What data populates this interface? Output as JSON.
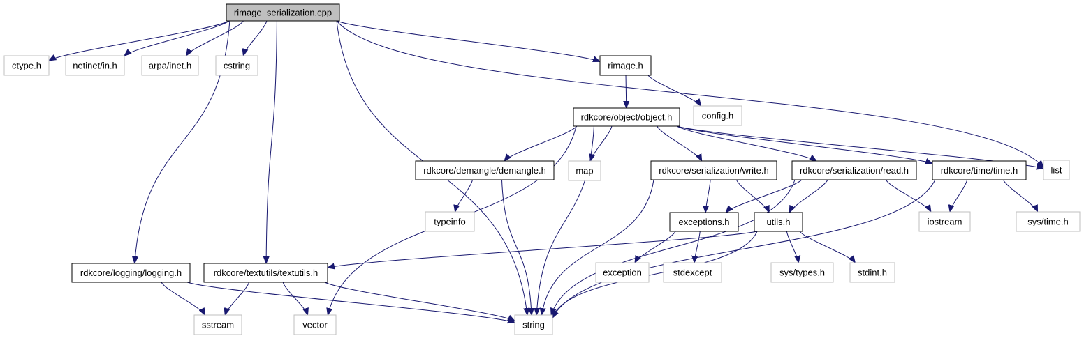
{
  "graph": {
    "nodes": [
      {
        "id": "root",
        "label": "rimage_serialization.cpp",
        "kind": "root"
      },
      {
        "id": "ctype",
        "label": "ctype.h",
        "kind": "sys"
      },
      {
        "id": "netinet",
        "label": "netinet/in.h",
        "kind": "sys"
      },
      {
        "id": "arpa",
        "label": "arpa/inet.h",
        "kind": "sys"
      },
      {
        "id": "cstring",
        "label": "cstring",
        "kind": "sys"
      },
      {
        "id": "rimage",
        "label": "rimage.h",
        "kind": "file"
      },
      {
        "id": "config",
        "label": "config.h",
        "kind": "sys"
      },
      {
        "id": "object",
        "label": "rdkcore/object/object.h",
        "kind": "file"
      },
      {
        "id": "demangle",
        "label": "rdkcore/demangle/demangle.h",
        "kind": "file"
      },
      {
        "id": "map",
        "label": "map",
        "kind": "sys"
      },
      {
        "id": "write",
        "label": "rdkcore/serialization/write.h",
        "kind": "file"
      },
      {
        "id": "read",
        "label": "rdkcore/serialization/read.h",
        "kind": "file"
      },
      {
        "id": "time",
        "label": "rdkcore/time/time.h",
        "kind": "file"
      },
      {
        "id": "list",
        "label": "list",
        "kind": "sys"
      },
      {
        "id": "typeinfo",
        "label": "typeinfo",
        "kind": "sys"
      },
      {
        "id": "exceptions",
        "label": "exceptions.h",
        "kind": "file"
      },
      {
        "id": "utils",
        "label": "utils.h",
        "kind": "file"
      },
      {
        "id": "iostream",
        "label": "iostream",
        "kind": "sys"
      },
      {
        "id": "systime",
        "label": "sys/time.h",
        "kind": "sys"
      },
      {
        "id": "logging",
        "label": "rdkcore/logging/logging.h",
        "kind": "file"
      },
      {
        "id": "textutils",
        "label": "rdkcore/textutils/textutils.h",
        "kind": "file"
      },
      {
        "id": "exception",
        "label": "exception",
        "kind": "sys"
      },
      {
        "id": "stdexcept",
        "label": "stdexcept",
        "kind": "sys"
      },
      {
        "id": "systypes",
        "label": "sys/types.h",
        "kind": "sys"
      },
      {
        "id": "stdint",
        "label": "stdint.h",
        "kind": "sys"
      },
      {
        "id": "sstream",
        "label": "sstream",
        "kind": "sys"
      },
      {
        "id": "vector",
        "label": "vector",
        "kind": "sys"
      },
      {
        "id": "string",
        "label": "string",
        "kind": "sys"
      }
    ],
    "edges": [
      [
        "root",
        "ctype"
      ],
      [
        "root",
        "netinet"
      ],
      [
        "root",
        "arpa"
      ],
      [
        "root",
        "cstring"
      ],
      [
        "root",
        "rimage"
      ],
      [
        "root",
        "list"
      ],
      [
        "root",
        "logging"
      ],
      [
        "root",
        "textutils"
      ],
      [
        "root",
        "string"
      ],
      [
        "rimage",
        "object"
      ],
      [
        "rimage",
        "config"
      ],
      [
        "object",
        "vector"
      ],
      [
        "object",
        "demangle"
      ],
      [
        "object",
        "map"
      ],
      [
        "object",
        "string"
      ],
      [
        "object",
        "write"
      ],
      [
        "object",
        "read"
      ],
      [
        "object",
        "time"
      ],
      [
        "object",
        "list"
      ],
      [
        "demangle",
        "typeinfo"
      ],
      [
        "demangle",
        "string"
      ],
      [
        "write",
        "exceptions"
      ],
      [
        "write",
        "utils"
      ],
      [
        "write",
        "string"
      ],
      [
        "read",
        "exceptions"
      ],
      [
        "read",
        "utils"
      ],
      [
        "read",
        "iostream"
      ],
      [
        "read",
        "string"
      ],
      [
        "time",
        "iostream"
      ],
      [
        "time",
        "systime"
      ],
      [
        "time",
        "string"
      ],
      [
        "exceptions",
        "exception"
      ],
      [
        "exceptions",
        "stdexcept"
      ],
      [
        "utils",
        "textutils"
      ],
      [
        "utils",
        "systypes"
      ],
      [
        "utils",
        "stdint"
      ],
      [
        "utils",
        "string"
      ],
      [
        "logging",
        "sstream"
      ],
      [
        "logging",
        "string"
      ],
      [
        "textutils",
        "sstream"
      ],
      [
        "textutils",
        "vector"
      ],
      [
        "textutils",
        "string"
      ]
    ]
  }
}
